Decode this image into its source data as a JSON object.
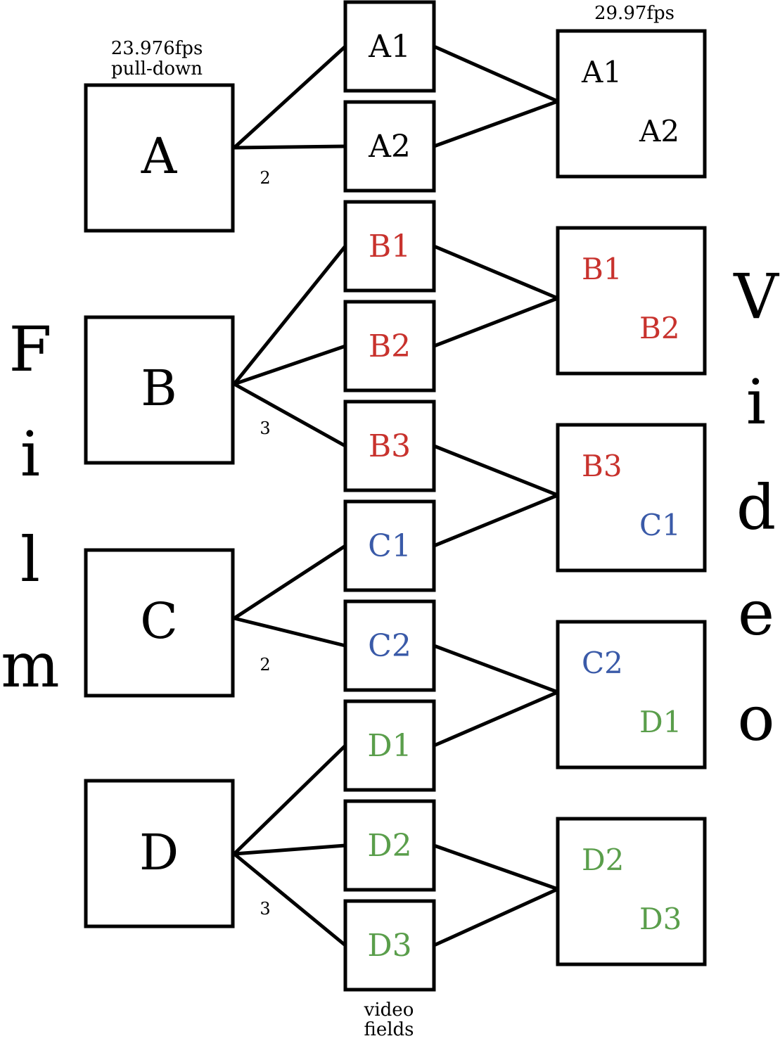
{
  "captions": {
    "film_rate_line1": "23.976fps",
    "film_rate_line2": "pull-down",
    "video_rate": "29.97fps",
    "fields_line1": "video",
    "fields_line2": "fields"
  },
  "side_labels": {
    "film": [
      "F",
      "i",
      "l",
      "m"
    ],
    "video": [
      "V",
      "i",
      "d",
      "e",
      "o"
    ]
  },
  "colors": {
    "A": "#000000",
    "B": "#c8322d",
    "C": "#3a5aa8",
    "D": "#5a9e4b"
  },
  "film_frames": [
    {
      "label": "A",
      "count": "2"
    },
    {
      "label": "B",
      "count": "3"
    },
    {
      "label": "C",
      "count": "2"
    },
    {
      "label": "D",
      "count": "3"
    }
  ],
  "fields": [
    {
      "label": "A1",
      "frame": "A"
    },
    {
      "label": "A2",
      "frame": "A"
    },
    {
      "label": "B1",
      "frame": "B"
    },
    {
      "label": "B2",
      "frame": "B"
    },
    {
      "label": "B3",
      "frame": "B"
    },
    {
      "label": "C1",
      "frame": "C"
    },
    {
      "label": "C2",
      "frame": "C"
    },
    {
      "label": "D1",
      "frame": "D"
    },
    {
      "label": "D2",
      "frame": "D"
    },
    {
      "label": "D3",
      "frame": "D"
    }
  ],
  "video_frames": [
    {
      "top": {
        "label": "A1",
        "frame": "A"
      },
      "bottom": {
        "label": "A2",
        "frame": "A"
      }
    },
    {
      "top": {
        "label": "B1",
        "frame": "B"
      },
      "bottom": {
        "label": "B2",
        "frame": "B"
      }
    },
    {
      "top": {
        "label": "B3",
        "frame": "B"
      },
      "bottom": {
        "label": "C1",
        "frame": "C"
      }
    },
    {
      "top": {
        "label": "C2",
        "frame": "C"
      },
      "bottom": {
        "label": "D1",
        "frame": "D"
      }
    },
    {
      "top": {
        "label": "D2",
        "frame": "D"
      },
      "bottom": {
        "label": "D3",
        "frame": "D"
      }
    }
  ]
}
